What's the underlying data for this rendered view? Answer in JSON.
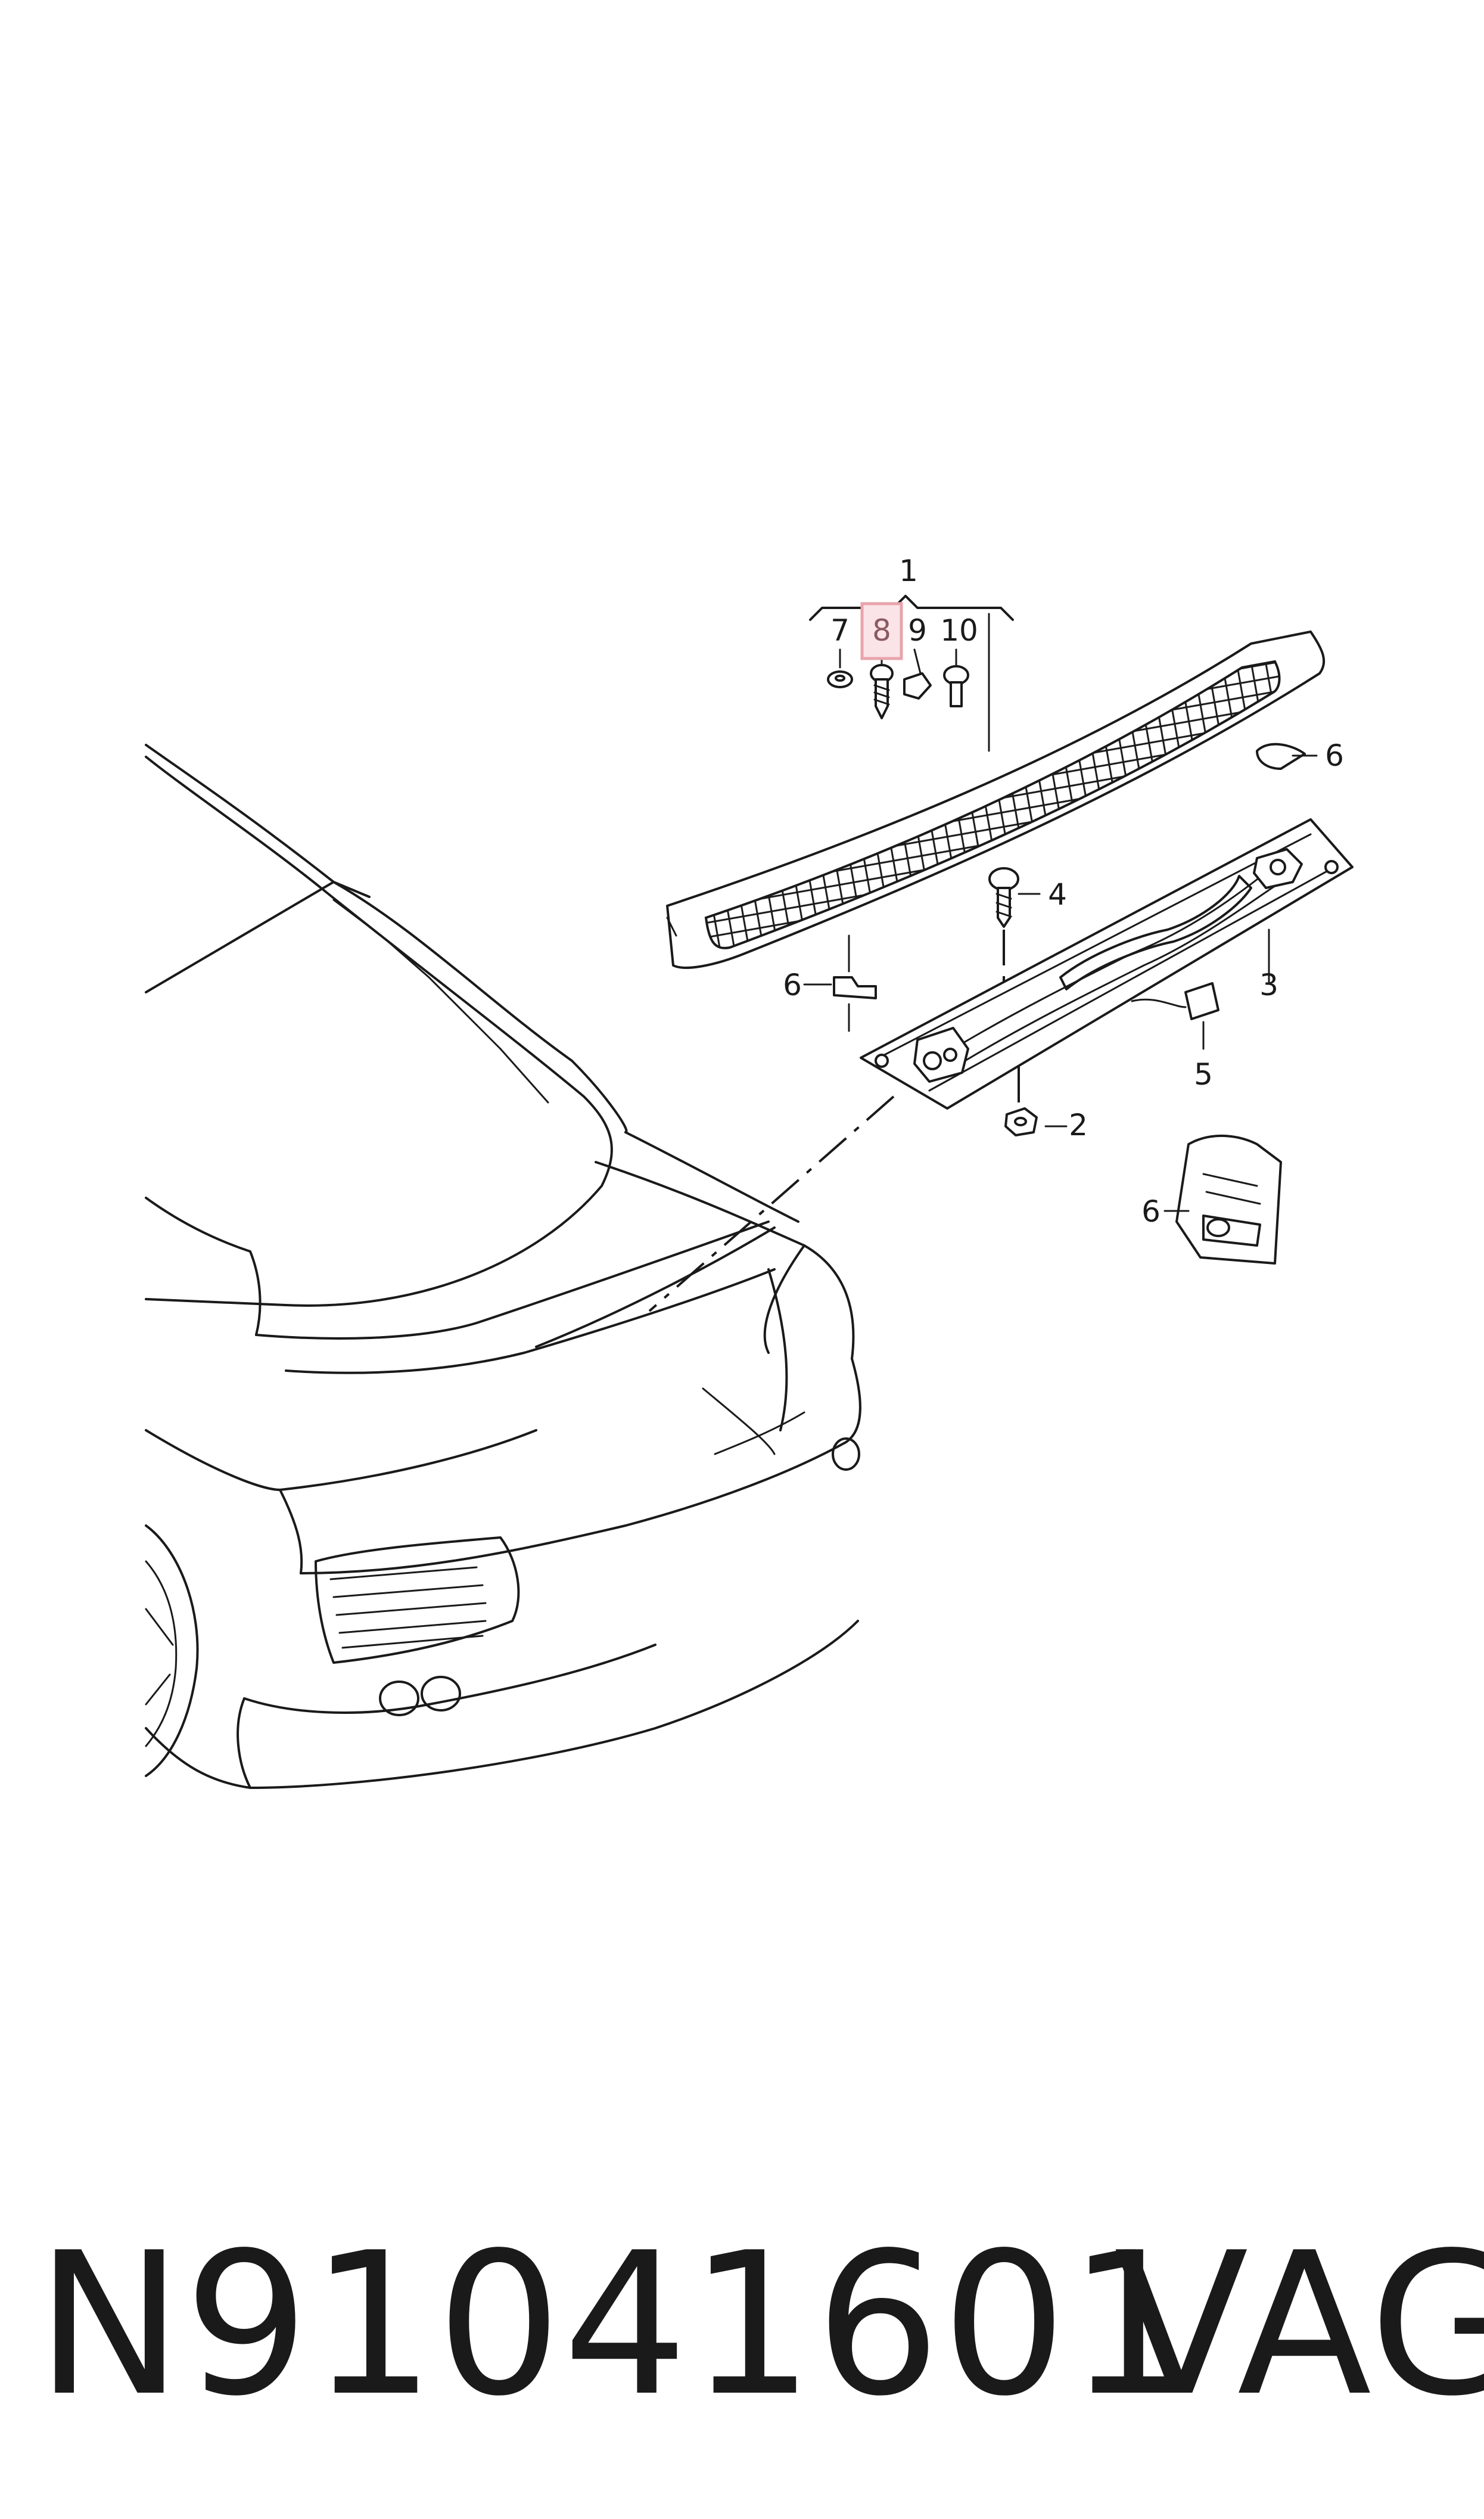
{
  "callouts": {
    "c1": "1",
    "c2": "2",
    "c3": "3",
    "c4": "4",
    "c5": "5",
    "c6a": "6",
    "c6b": "6",
    "c6c": "6",
    "c7": "7",
    "c8": "8",
    "c9": "9",
    "c10": "10"
  },
  "highlighted_callout": "8",
  "highlight_color": "#e8a4ac",
  "footer": {
    "part_number": "N91041601",
    "brand": "VAG"
  }
}
